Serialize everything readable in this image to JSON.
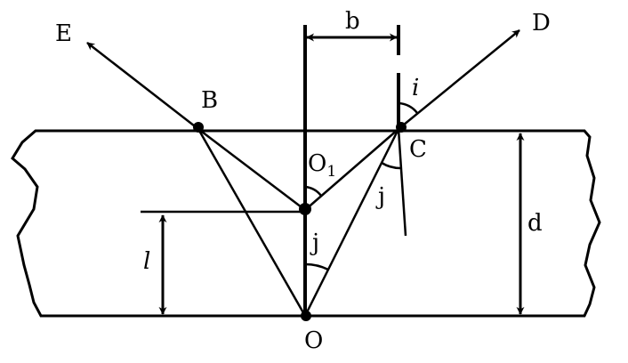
{
  "labels": {
    "E": "E",
    "D": "D",
    "B": "B",
    "C": "C",
    "O": "O",
    "O1_base": "O",
    "O1_sub": "1",
    "b": "b",
    "d": "d",
    "l": "l",
    "i": "i",
    "j_lower": "j",
    "j_right": "j"
  },
  "colors": {
    "ink": "#000000",
    "background": "#ffffff"
  }
}
